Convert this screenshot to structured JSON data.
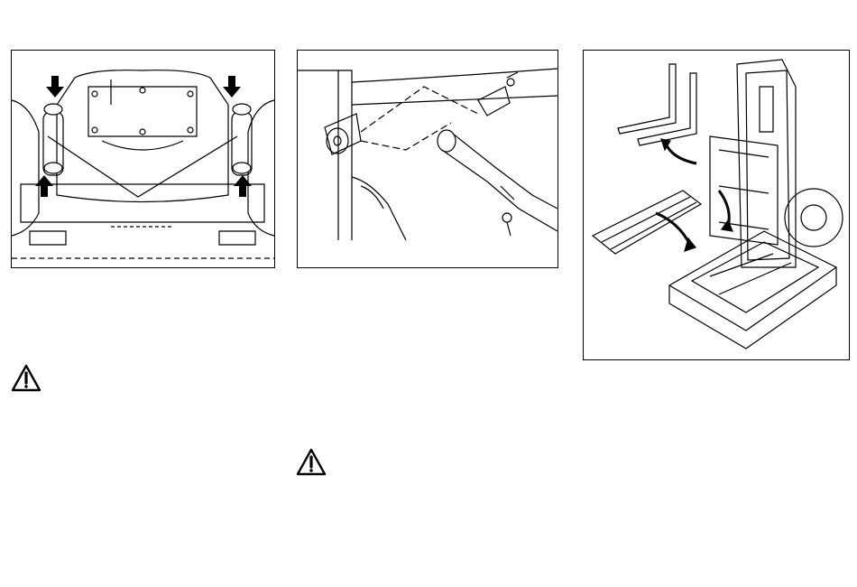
{
  "page": {
    "figures": [
      {
        "id": "fig1",
        "icon": "mast-mounting-bolts-illustration"
      },
      {
        "id": "fig2",
        "icon": "tilt-cylinder-pin-illustration"
      },
      {
        "id": "fig3",
        "icon": "mast-disassembly-on-pallet-illustration"
      }
    ],
    "warnings": [
      {
        "id": "warn1",
        "icon": "warning-triangle-icon"
      },
      {
        "id": "warn2",
        "icon": "warning-triangle-icon"
      }
    ]
  }
}
